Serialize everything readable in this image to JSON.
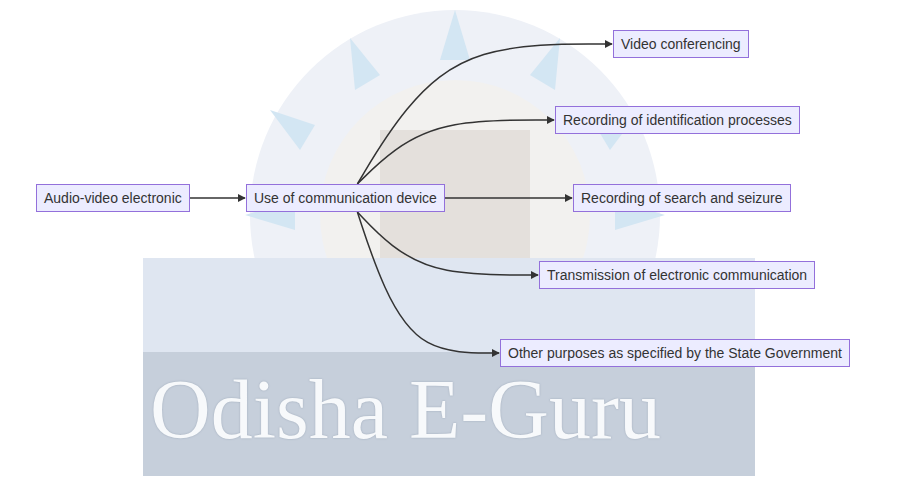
{
  "diagram": {
    "nodes": [
      {
        "text": [
          "Audio-video electronic"
        ]
      },
      {
        "text": [
          "Use of communication device"
        ]
      },
      {
        "text": [
          "Video conferencing"
        ]
      },
      {
        "text": [
          "Recording of identification processes"
        ]
      },
      {
        "text": [
          "Recording of search and seizure"
        ]
      },
      {
        "text": [
          "Transmission of electronic communication"
        ]
      },
      {
        "text": [
          "Other purposes as specified by the State Government"
        ]
      }
    ],
    "edges": [
      {
        "from": 0,
        "to": 1,
        "arrow": "to"
      },
      {
        "from": 1,
        "to": 2,
        "arrow": "to"
      },
      {
        "from": 1,
        "to": 3,
        "arrow": "to"
      },
      {
        "from": 1,
        "to": 4,
        "arrow": "to"
      },
      {
        "from": 1,
        "to": 5,
        "arrow": "to"
      },
      {
        "from": 1,
        "to": 6,
        "arrow": "to"
      }
    ],
    "labels": [
      "Odisha E-Guru"
    ]
  }
}
